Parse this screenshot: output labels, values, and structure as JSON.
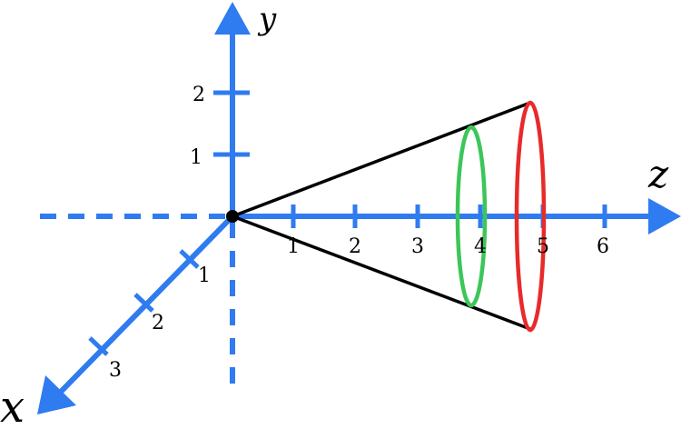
{
  "axes": {
    "x": {
      "label": "x",
      "ticks": [
        "1",
        "2",
        "3"
      ]
    },
    "y": {
      "label": "y",
      "ticks": [
        "1",
        "2"
      ]
    },
    "z": {
      "label": "z",
      "ticks": [
        "1",
        "2",
        "3",
        "4",
        "5",
        "6"
      ]
    }
  },
  "colors": {
    "axis": "#2f7bf0",
    "cone_edge": "#000000",
    "inner_ring": "#3cc65a",
    "outer_ring": "#e82a2a"
  },
  "cone": {
    "apex_z": 0,
    "inner_ring_z": 4,
    "outer_ring_z": 5
  }
}
